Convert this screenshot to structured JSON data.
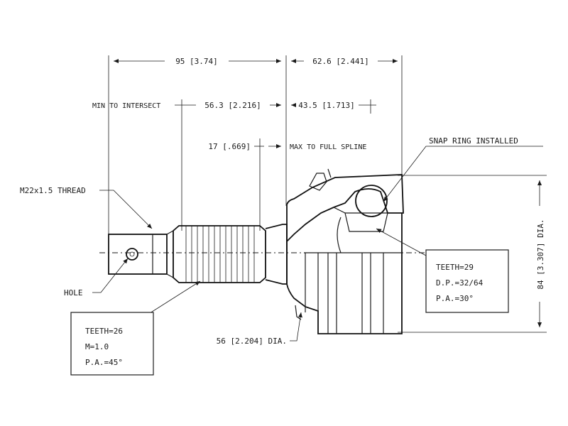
{
  "dimensions": {
    "overall_left": "95 [3.74]",
    "overall_right": "62.6 [2.441]",
    "min_to_intersect_label": "MIN TO INTERSECT",
    "min_to_intersect_value": "56.3 [2.216]",
    "right_inner": "43.5 [1.713]",
    "spline_value": "17 [.669]",
    "max_to_full_spline": "MAX TO FULL SPLINE",
    "outer_dia": "84 [3.307] DIA.",
    "neck_dia": "56 [2.204] DIA."
  },
  "callouts": {
    "snap_ring": "SNAP RING INSTALLED",
    "thread": "M22x1.5 THREAD",
    "hole": "HOLE"
  },
  "spec_left": {
    "teeth": "TEETH=26",
    "module": "M=1.0",
    "pressure_angle": "P.A.=45°"
  },
  "spec_right": {
    "teeth": "TEETH=29",
    "diametral_pitch": "D.P.=32/64",
    "pressure_angle": "P.A.=30°"
  }
}
